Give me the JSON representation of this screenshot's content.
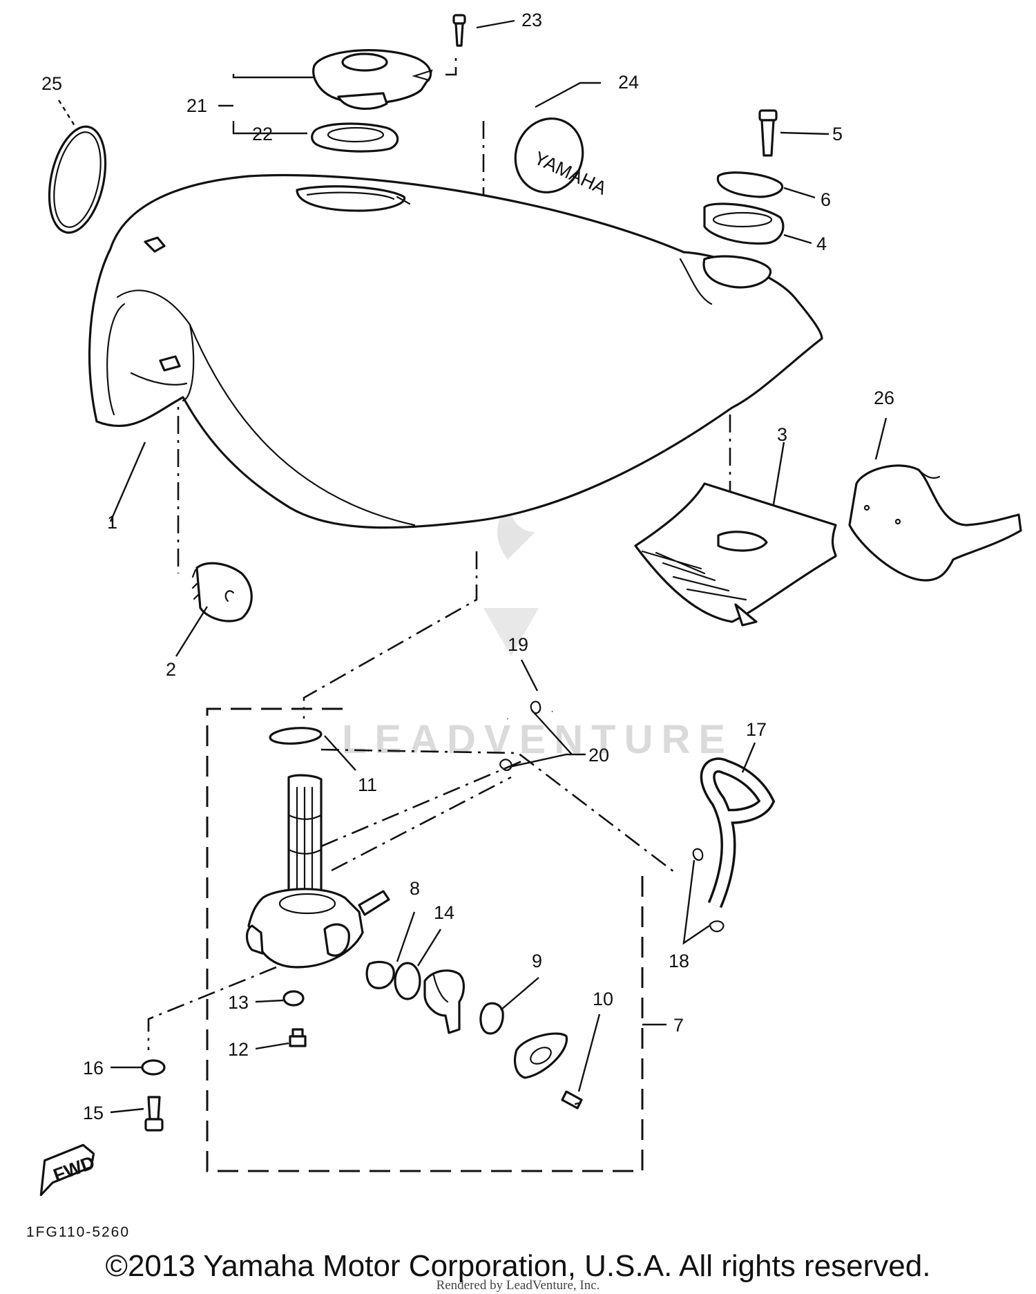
{
  "callouts": [
    {
      "n": "1"
    },
    {
      "n": "2"
    },
    {
      "n": "3"
    },
    {
      "n": "4"
    },
    {
      "n": "5"
    },
    {
      "n": "6"
    },
    {
      "n": "7"
    },
    {
      "n": "8"
    },
    {
      "n": "9"
    },
    {
      "n": "10"
    },
    {
      "n": "11"
    },
    {
      "n": "12"
    },
    {
      "n": "13"
    },
    {
      "n": "14"
    },
    {
      "n": "15"
    },
    {
      "n": "16"
    },
    {
      "n": "17"
    },
    {
      "n": "18"
    },
    {
      "n": "19"
    },
    {
      "n": "20"
    },
    {
      "n": "21"
    },
    {
      "n": "22"
    },
    {
      "n": "23"
    },
    {
      "n": "24"
    },
    {
      "n": "25"
    },
    {
      "n": "26"
    }
  ],
  "emblem_text": "YAMAHA",
  "fwd_label": "FWD",
  "diagram_code": "1FG110-5260",
  "watermark": "LEADVENTURE",
  "copyright": "©2013 Yamaha Motor Corporation, U.S.A. All rights reserved.",
  "rendered_by": "Rendered by LeadVenture, Inc."
}
